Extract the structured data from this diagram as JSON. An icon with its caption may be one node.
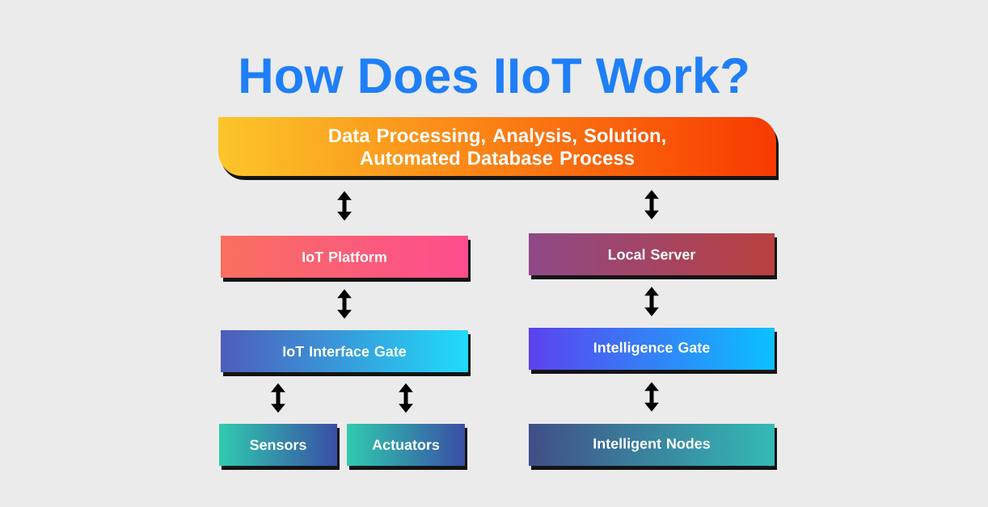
{
  "diagram": {
    "title": "How Does IIoT Work?",
    "nodes": [
      {
        "text": [
          "Data Processing, Analysis, Solution, Automated Database Process"
        ]
      },
      {
        "text": [
          "IoT Platform"
        ]
      },
      {
        "text": [
          "Local Server"
        ]
      },
      {
        "text": [
          "IoT Interface Gate"
        ]
      },
      {
        "text": [
          "Intelligence Gate"
        ]
      },
      {
        "text": [
          "Sensors"
        ]
      },
      {
        "text": [
          "Actuators"
        ]
      },
      {
        "text": [
          "Intelligent Nodes"
        ]
      }
    ],
    "edges": [
      {
        "from": 0,
        "to": 1,
        "arrow": "both"
      },
      {
        "from": 0,
        "to": 2,
        "arrow": "both"
      },
      {
        "from": 1,
        "to": 3,
        "arrow": "both"
      },
      {
        "from": 2,
        "to": 4,
        "arrow": "both"
      },
      {
        "from": 3,
        "to": 5,
        "arrow": "both"
      },
      {
        "from": 3,
        "to": 6,
        "arrow": "both"
      },
      {
        "from": 4,
        "to": 7,
        "arrow": "both"
      }
    ]
  }
}
